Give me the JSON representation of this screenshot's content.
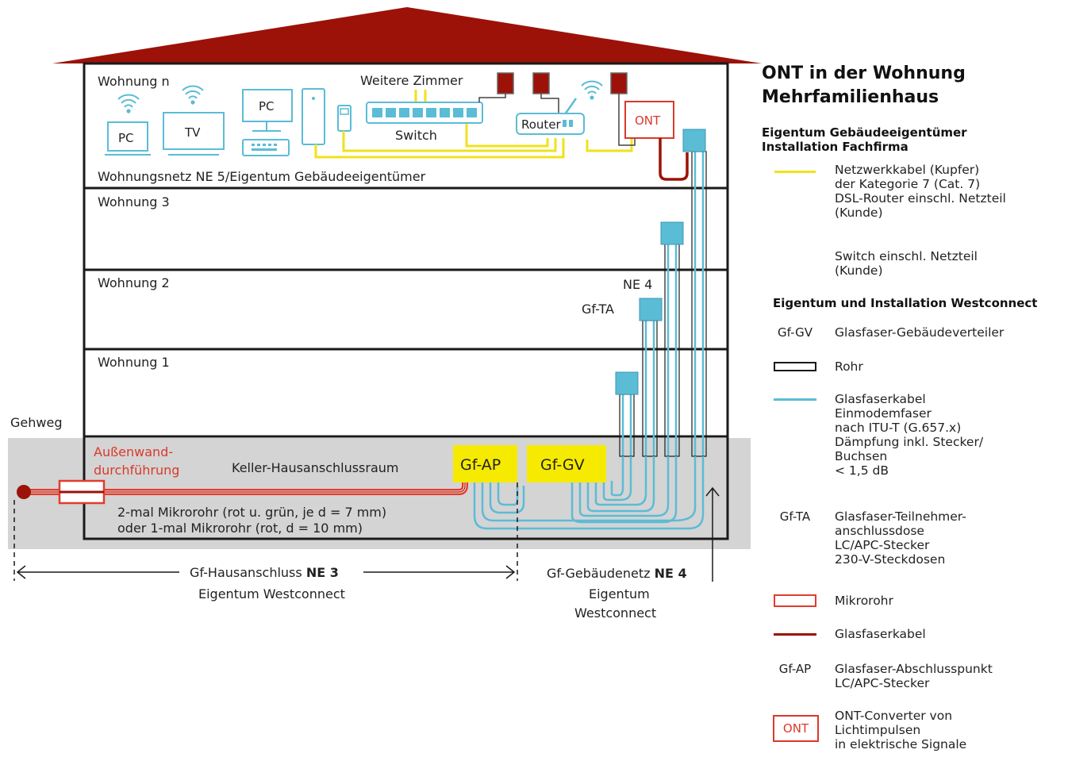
{
  "building": {
    "floor_top_label": "Wohnung n",
    "floor_top_network_label": "Wohnungsnetz NE 5/Eigentum Gebäudeeigentümer",
    "floor3_label": "Wohnung 3",
    "floor2_label": "Wohnung 2",
    "floor1_label": "Wohnung 1",
    "basement_label": "Keller-Hausanschlussraum",
    "devices": {
      "pc_left": "PC",
      "tv": "TV",
      "pc_desk": "PC",
      "switch": "Switch",
      "further_rooms": "Weitere Zimmer",
      "router": "Router",
      "ont": "ONT"
    },
    "ne4_label": "NE 4",
    "gfta_label": "Gf-TA",
    "gfap_label": "Gf-AP",
    "gfgv_label": "Gf-GV",
    "sidewalk_label": "Gehweg",
    "wall_passage_line1": "Außenwand-",
    "wall_passage_line2": "durchführung",
    "microtube_line1": "2-mal Mikrorohr (rot u. grün, je d = 7 mm)",
    "microtube_line2": "oder 1-mal Mikrorohr (rot, d = 10 mm)",
    "house_connection_prefix": "Gf-Hausanschluss ",
    "house_connection_ne": "NE 3",
    "house_connection_owner": "Eigentum Westconnect",
    "building_network_prefix": "Gf-Gebäudenetz ",
    "building_network_ne": "NE 4",
    "building_network_owner1": "Eigentum",
    "building_network_owner2": "Westconnect"
  },
  "legend": {
    "title_line1": "ONT in der Wohnung",
    "title_line2": "Mehrfamilienhaus",
    "section1_line1": "Eigentum Gebäudeeigentümer",
    "section1_line2": "Installation Fachfirma",
    "copper_cable": "Netzwerkkabel (Kupfer)\nder Kategorie 7 (Cat. 7)\nDSL-Router einschl. Netzteil\n(Kunde)",
    "switch_item": "Switch einschl. Netzteil\n(Kunde)",
    "section2": "Eigentum und Installation Westconnect",
    "gfgv_abbr": "Gf-GV",
    "gfgv_text": "Glasfaser-Gebäudeverteiler",
    "pipe_text": "Rohr",
    "fiber_text": "Glasfaserkabel\nEinmodemfaser\nnach ITU-T (G.657.x)\nDämpfung inkl. Stecker/\nBuchsen\n< 1,5 dB",
    "gfta_abbr": "Gf-TA",
    "gfta_text": "Glasfaser-Teilnehmer-\nanschlussdose\nLC/APC-Stecker\n230-V-Steckdosen",
    "microtube_text": "Mikrorohr",
    "fiber_red_text": "Glasfaserkabel",
    "gfap_abbr": "Gf-AP",
    "gfap_text": "Glasfaser-Abschlusspunkt\nLC/APC-Stecker",
    "ont_abbr": "ONT",
    "ont_text": "ONT-Converter von\nLichtimpulsen\nin elektrische Signale"
  },
  "colors": {
    "roof": "#9c1208",
    "copper_cable": "#f0e21c",
    "fiber_building": "#5bbcd6",
    "fiber_red": "#9c1208",
    "microtube": "#e23c2c",
    "box_yellow": "#f5ea00",
    "basement": "#d4d4d4"
  }
}
